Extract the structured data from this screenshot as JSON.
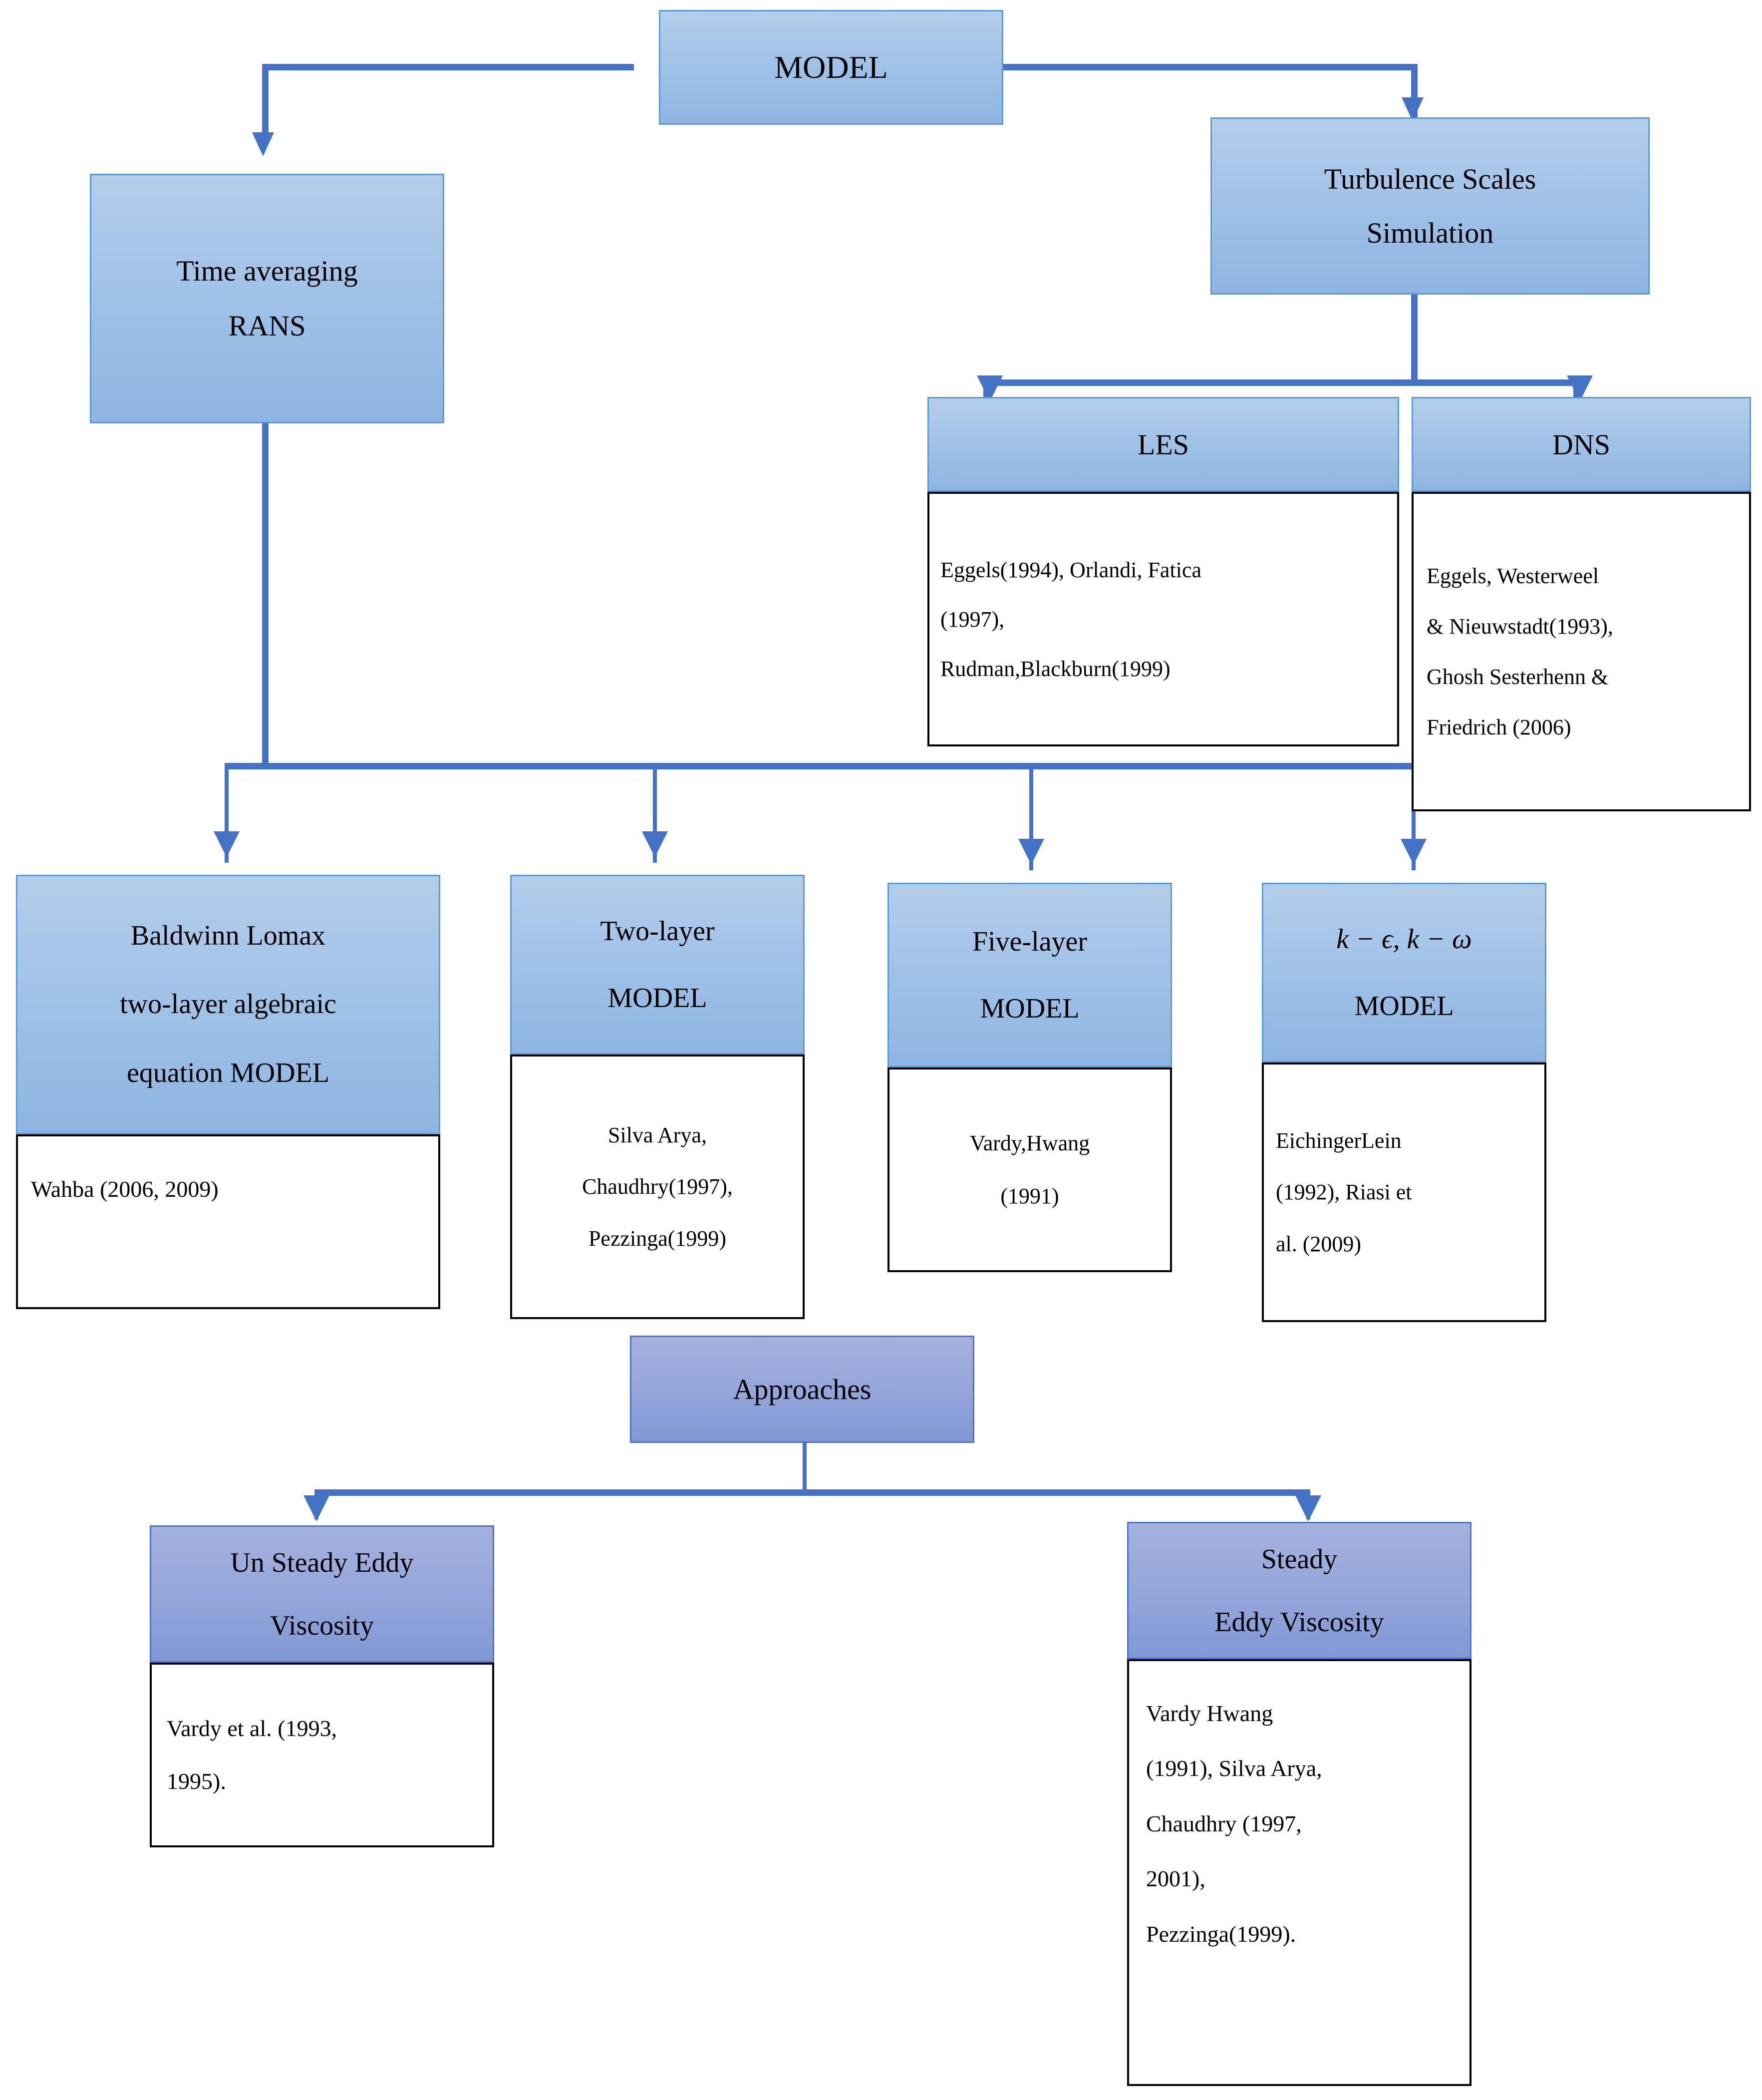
{
  "colors": {
    "node_fill_top": "#b4cdeb",
    "node_fill_bottom": "#8eb5e2",
    "node_border": "#5b9bd5",
    "approach_fill_top": "#a4b1de",
    "approach_fill_bottom": "#8098d6",
    "approach_border": "#4f73c4",
    "connector": "#4472c4",
    "body_border": "#000000",
    "body_fill": "#ffffff"
  },
  "diagram": {
    "type": "flowchart",
    "root": {
      "label": "MODEL"
    },
    "nodes": {
      "model": {
        "title_lines": [
          "MODEL"
        ]
      },
      "rans": {
        "title_lines": [
          "Time averaging",
          "RANS"
        ]
      },
      "turbulence": {
        "title_lines": [
          "Turbulence Scales",
          "Simulation"
        ]
      },
      "les": {
        "title_lines": [
          "LES"
        ],
        "refs": [
          "Eggels(1994),    Orlandi,  Fatica",
          "(1997),",
          "Rudman,Blackburn(1999)"
        ]
      },
      "dns": {
        "title_lines": [
          "DNS"
        ],
        "refs": [
          "Eggels,    Westerweel",
          "&  Nieuwstadt(1993),",
          "Ghosh  Sesterhenn  &",
          "Friedrich (2006)"
        ]
      },
      "baldwinn": {
        "title_lines": [
          "Baldwinn Lomax",
          "two-layer algebraic",
          "equation MODEL"
        ],
        "refs": [
          "Wahba (2006, 2009)"
        ]
      },
      "two_layer": {
        "title_lines": [
          "Two-layer",
          "MODEL"
        ],
        "refs": [
          "Silva Arya,",
          "Chaudhry(1997),",
          "Pezzinga(1999)"
        ]
      },
      "five_layer": {
        "title_lines": [
          "Five-layer",
          "MODEL"
        ],
        "refs": [
          "Vardy,Hwang",
          "(1991)"
        ]
      },
      "k_eps_k_omega": {
        "title_lines": [
          "k − ϵ, k −  ω",
          "MODEL"
        ],
        "refs": [
          "EichingerLein",
          "(1992),  Riasi  et",
          "al. (2009)"
        ]
      },
      "approaches": {
        "title_lines": [
          "Approaches"
        ]
      },
      "unsteady_eddy": {
        "title_lines": [
          "Un Steady Eddy",
          "Viscosity"
        ],
        "refs": [
          "Vardy  et  al.  (1993,",
          "1995)."
        ]
      },
      "steady_eddy": {
        "title_lines": [
          "Steady",
          "Eddy Viscosity"
        ],
        "refs": [
          "Vardy            Hwang",
          "(1991),  Silva  Arya,",
          "Chaudhry        (1997,",
          "2001),",
          "Pezzinga(1999)."
        ]
      }
    },
    "edges": [
      {
        "from": "model",
        "to": "rans"
      },
      {
        "from": "model",
        "to": "turbulence"
      },
      {
        "from": "turbulence",
        "to": "les"
      },
      {
        "from": "turbulence",
        "to": "dns"
      },
      {
        "from": "rans",
        "to": "baldwinn"
      },
      {
        "from": "rans",
        "to": "two_layer"
      },
      {
        "from": "rans",
        "to": "five_layer"
      },
      {
        "from": "rans",
        "to": "k_eps_k_omega"
      },
      {
        "from": "approaches",
        "to": "unsteady_eddy"
      },
      {
        "from": "approaches",
        "to": "steady_eddy"
      }
    ]
  }
}
